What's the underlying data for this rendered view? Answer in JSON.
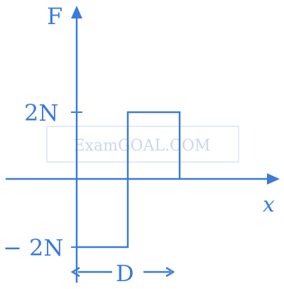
{
  "diagram": {
    "y_axis_label": "F",
    "x_axis_label": "x",
    "upper_tick_label": "2N",
    "lower_tick_label": "− 2N",
    "width_label": "D",
    "watermark": "ExamGOAL.COM",
    "color": "#3a7bdc"
  }
}
